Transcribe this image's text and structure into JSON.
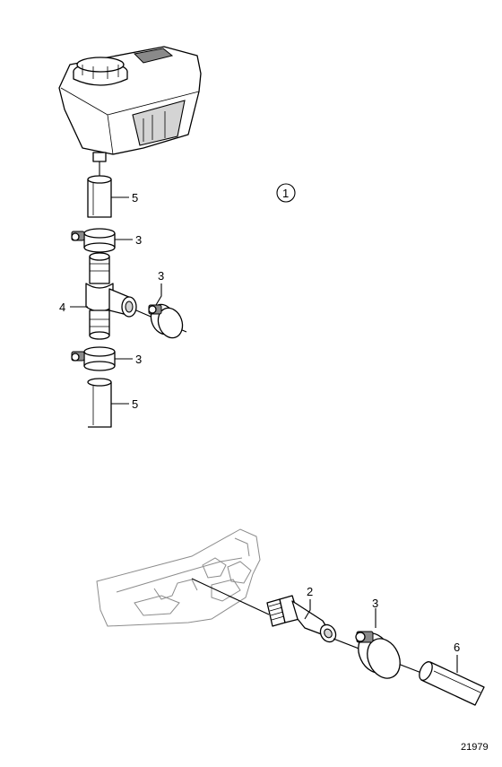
{
  "callouts": {
    "view_marker": "1",
    "hose_upper": "5",
    "clamp_upper": "3",
    "clamp_branch": "3",
    "tee": "4",
    "clamp_lower": "3",
    "hose_lower": "5",
    "nipple": "2",
    "clamp_nipple": "3",
    "hose_outlet": "6"
  },
  "figure_number": "21979"
}
